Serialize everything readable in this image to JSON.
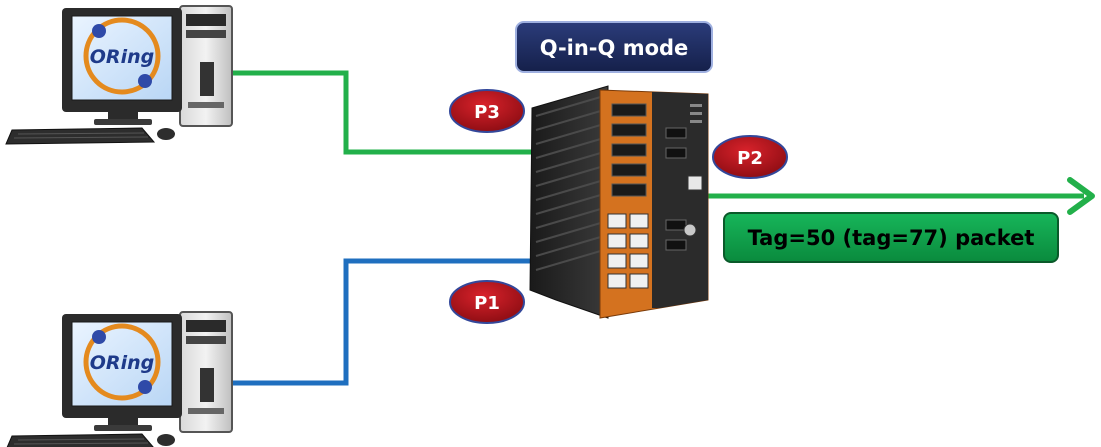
{
  "diagram": {
    "mode_label": "Q-in-Q mode",
    "ports": {
      "p1": "P1",
      "p2": "P2",
      "p3": "P3"
    },
    "packet_label": "Tag=50 (tag=77) packet",
    "computer_logo": "ORing"
  },
  "colors": {
    "green_link": "#22b04a",
    "blue_link": "#1f6fbf",
    "port_badge": "#b0141c",
    "port_badge_border": "#33479a",
    "mode_box": "#1f2c61",
    "packet_box": "#0f9f4a",
    "switch_orange": "#d4721f",
    "switch_dark": "#222222"
  }
}
